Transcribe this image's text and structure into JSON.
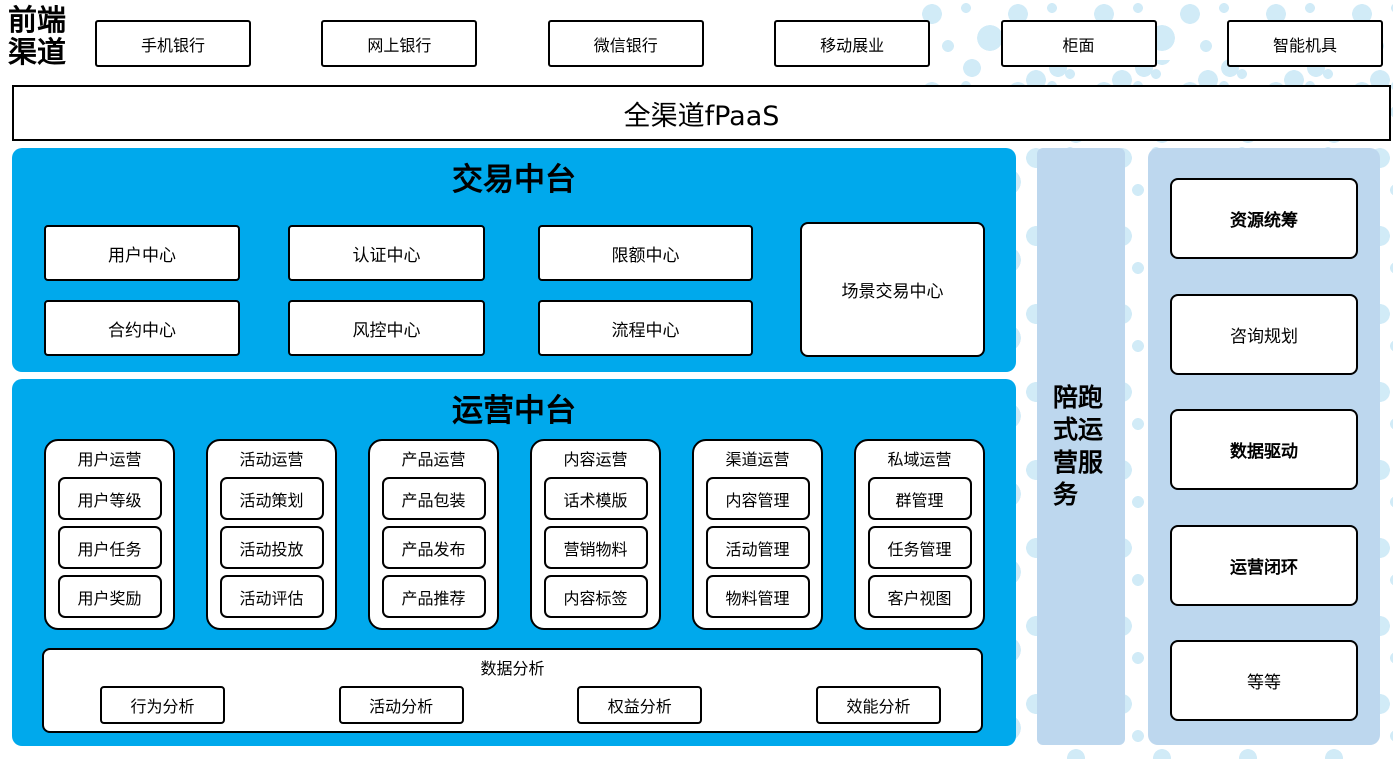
{
  "frontend": {
    "label": "前端渠道",
    "channels": [
      "手机银行",
      "网上银行",
      "微信银行",
      "移动展业",
      "柜面",
      "智能机具"
    ]
  },
  "fpaas_bar": {
    "label": "全渠道fPaaS"
  },
  "transaction_platform": {
    "title": "交易中台",
    "row1": [
      "用户中心",
      "认证中心",
      "限额中心"
    ],
    "row2": [
      "合约中心",
      "风控中心",
      "流程中心"
    ],
    "tall_box": "场景交易中心"
  },
  "operation_platform": {
    "title": "运营中台",
    "columns": [
      {
        "title": "用户运营",
        "items": [
          "用户等级",
          "用户任务",
          "用户奖励"
        ]
      },
      {
        "title": "活动运营",
        "items": [
          "活动策划",
          "活动投放",
          "活动评估"
        ]
      },
      {
        "title": "产品运营",
        "items": [
          "产品包装",
          "产品发布",
          "产品推荐"
        ]
      },
      {
        "title": "内容运营",
        "items": [
          "话术模版",
          "营销物料",
          "内容标签"
        ]
      },
      {
        "title": "渠道运营",
        "items": [
          "内容管理",
          "活动管理",
          "物料管理"
        ]
      },
      {
        "title": "私域运营",
        "items": [
          "群管理",
          "任务管理",
          "客户视图"
        ]
      }
    ],
    "analysis": {
      "title": "数据分析",
      "items": [
        "行为分析",
        "活动分析",
        "权益分析",
        "效能分析"
      ]
    }
  },
  "companion_bar": {
    "label": "陪跑式运营服务"
  },
  "right_panel": {
    "items": [
      {
        "label": "资源统筹",
        "bold": true
      },
      {
        "label": "咨询规划",
        "bold": false
      },
      {
        "label": "数据驱动",
        "bold": true
      },
      {
        "label": "运营闭环",
        "bold": true
      },
      {
        "label": "等等",
        "bold": false
      }
    ]
  },
  "colors": {
    "primary_blue": "#00A9EC",
    "light_blue": "#BDD7EE",
    "dot_blue": "#CDE9F7"
  }
}
